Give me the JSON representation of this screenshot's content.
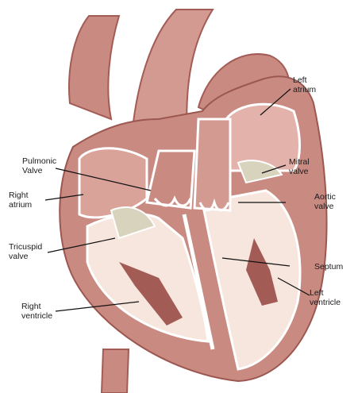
{
  "labels": {
    "left_atrium": {
      "line1": "Left",
      "line2": "atrium"
    },
    "pulmonic_valve": {
      "line1": "Pulmonic",
      "line2": "Valve"
    },
    "mitral_valve": {
      "line1": "Mitral",
      "line2": "valve"
    },
    "right_atrium": {
      "line1": "Right",
      "line2": "atrium"
    },
    "aortic_valve": {
      "line1": "Aortic",
      "line2": "valve"
    },
    "tricuspid_valve": {
      "line1": "Tricuspid",
      "line2": "valve"
    },
    "septum": {
      "line1": "Septum"
    },
    "right_ventricle": {
      "line1": "Right",
      "line2": "ventricle"
    },
    "left_ventricle": {
      "line1": "Left",
      "line2": "ventricle"
    }
  },
  "colors": {
    "muscle": "#c98a82",
    "muscle_dark": "#a35c55",
    "chamber": "#f6e6dd",
    "wall": "#ffffff",
    "valve": "#d8d3bd",
    "line": "#111111"
  }
}
